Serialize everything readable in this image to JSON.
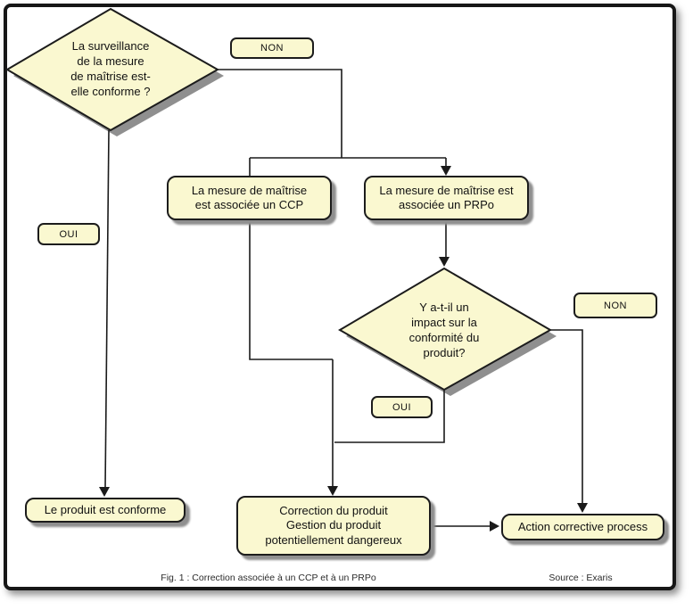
{
  "figure": {
    "caption": "Fig. 1 : Correction associée à un CCP et à un PRPo",
    "source": "Source : Exaris"
  },
  "nodes": {
    "q_surveillance": "La surveillance\nde la mesure\nde maîtrise est-\nelle conforme ?",
    "ccp": "La mesure de maîtrise\nest associée un CCP",
    "prpo": "La mesure de maîtrise est\nassociée un PRPo",
    "q_impact": "Y a-t-il un\nimpact sur la\nconformité du\nproduit?",
    "produit_conforme": "Le produit est conforme",
    "correction": "Correction du produit\nGestion du produit\npotentiellement dangereux",
    "action": "Action corrective process"
  },
  "edge_labels": {
    "non_top": "NON",
    "oui_left": "OUI",
    "non_right": "NON",
    "oui_mid": "OUI"
  },
  "colors": {
    "node_fill": "#FAF8D0",
    "node_border": "#1C1C1C",
    "shadow": "#8F8F8F",
    "line": "#1A1A1A",
    "background": "#FFFFFF"
  }
}
